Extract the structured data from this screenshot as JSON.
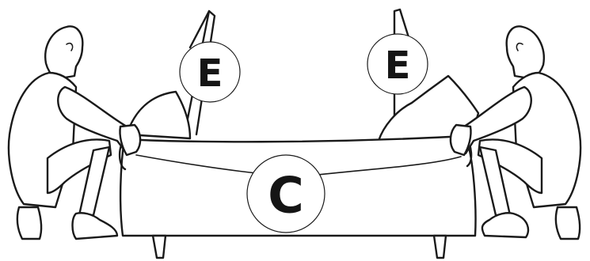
{
  "labels": {
    "left_upper": "E",
    "right_upper": "E",
    "sofa_center": "C"
  },
  "icons": [
    "person-left-figure",
    "person-right-figure",
    "sofa-figure",
    "leg-left",
    "leg-right"
  ],
  "colors": {
    "stroke": "#1a1a1a",
    "background": "#ffffff"
  }
}
